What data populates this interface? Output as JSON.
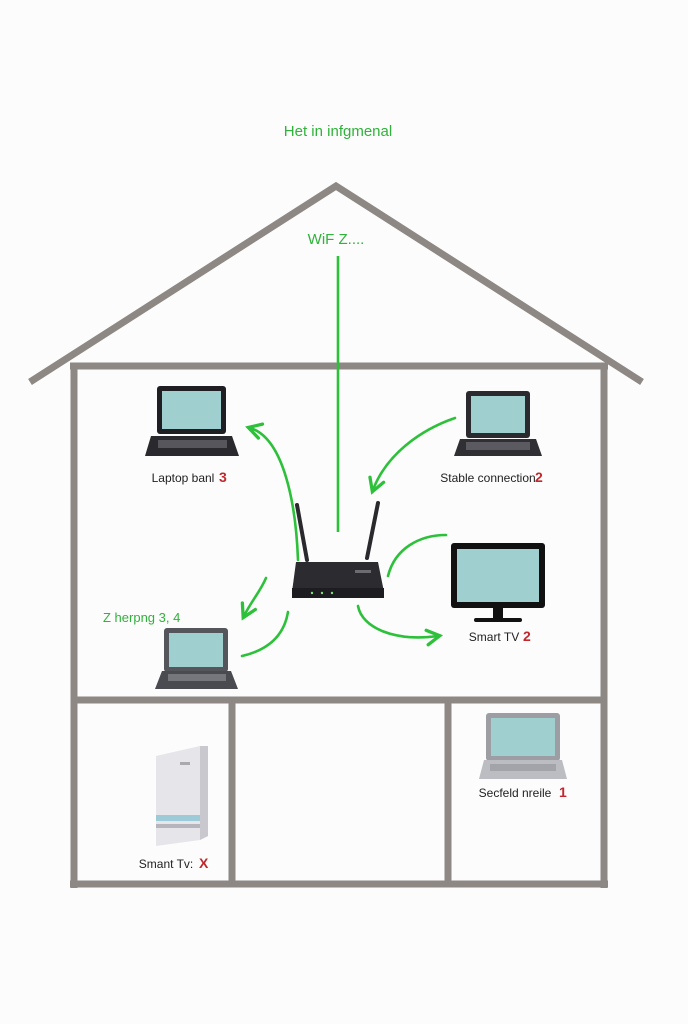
{
  "title": "Het in infgmenal",
  "wifi_label": "WiF Z....",
  "devices": {
    "laptop_top_left": {
      "label": "Laptop banl",
      "number": "3"
    },
    "laptop_top_right": {
      "label": "Stable connection",
      "number": "2"
    },
    "smart_tv": {
      "label": "Smart TV",
      "number": "2"
    },
    "laptop_bottom_left": {
      "label": "Z herpng 3,  4"
    },
    "laptop_room_right": {
      "label": "Secfeld nreile",
      "number": "1"
    },
    "appliance_room_left": {
      "label": "Smant Tv:",
      "number": "X"
    }
  },
  "icons": {
    "router": "router-icon",
    "laptop": "laptop-icon",
    "monitor": "monitor-icon",
    "appliance": "appliance-icon"
  },
  "colors": {
    "wall": "#8e8885",
    "signal": "#2dc03a",
    "number": "#c1272d",
    "screen": "#9fcfcf"
  }
}
